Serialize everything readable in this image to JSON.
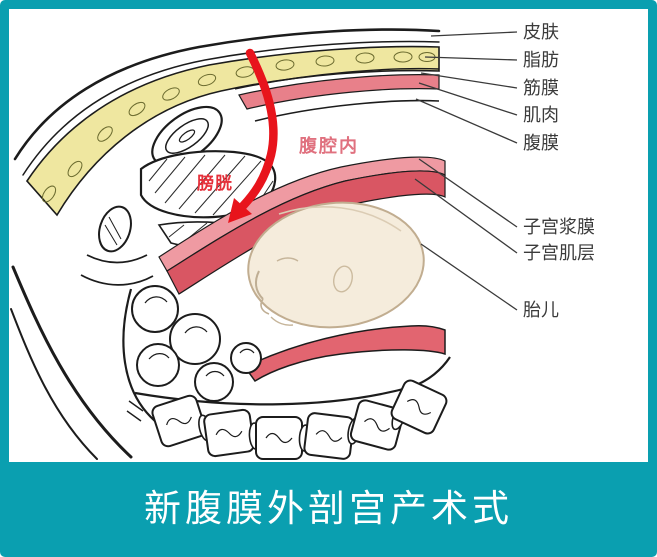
{
  "banner": {
    "title": "新腹膜外剖宫产术式"
  },
  "annotations": {
    "right_labels": [
      {
        "text": "皮肤"
      },
      {
        "text": "脂肪"
      },
      {
        "text": "筋膜"
      },
      {
        "text": "肌肉"
      },
      {
        "text": "腹膜"
      },
      {
        "text": "子宫浆膜"
      },
      {
        "text": "子宫肌层"
      },
      {
        "text": "胎儿"
      }
    ],
    "inner_labels": [
      {
        "text": "腹腔内"
      },
      {
        "text": "膀胱"
      }
    ]
  },
  "colors": {
    "teal": "#0a9fb0",
    "fat": "#efe7a0",
    "muscle_pink": "#e8808a",
    "serosa": "#ef9aa2",
    "myometrium": "#d95663",
    "lower_segment": "#e26570",
    "fetus_skin": "#f5ecdc",
    "arrow_red": "#e8141c",
    "label_red": "#e5303a",
    "label_pink": "#e0717f"
  }
}
